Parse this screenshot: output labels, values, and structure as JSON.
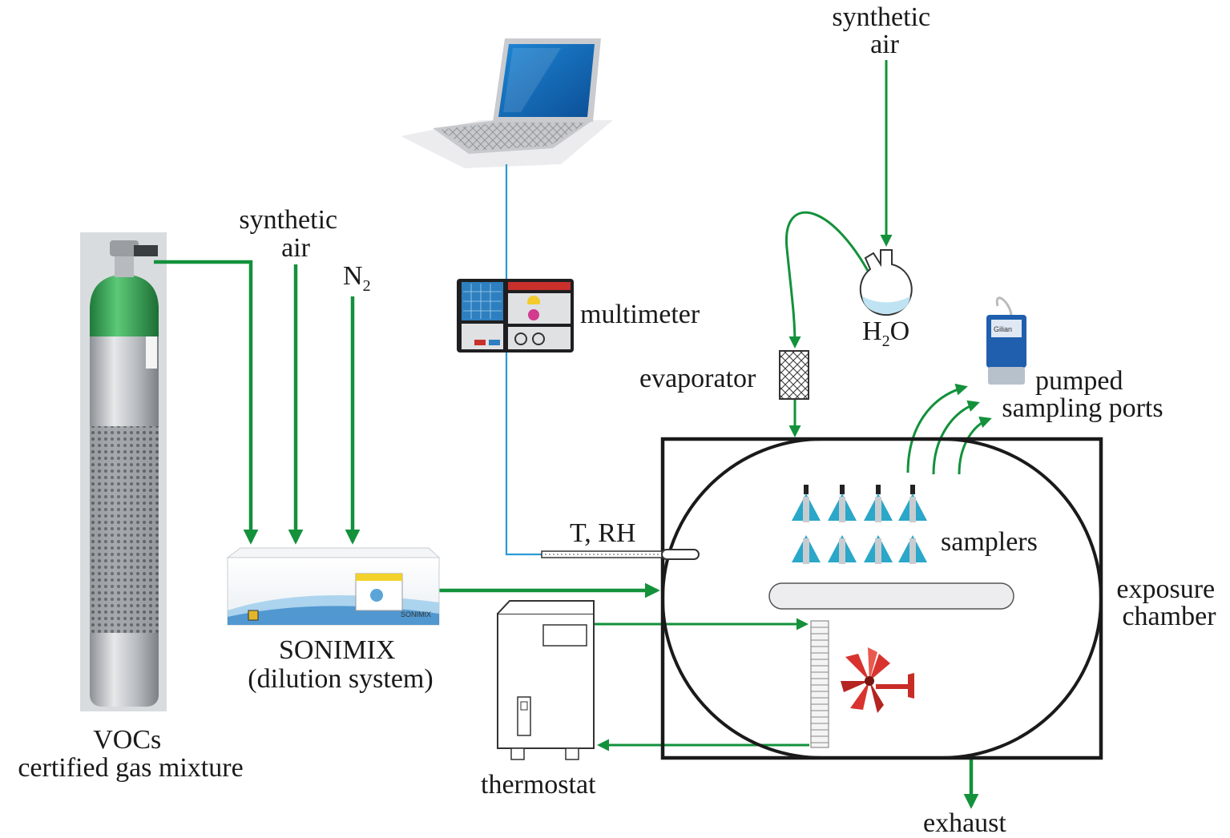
{
  "labels": {
    "synthetic_air_top": [
      "synthetic",
      "air"
    ],
    "synthetic_air_left": [
      "synthetic",
      "air"
    ],
    "n2": {
      "main": "N",
      "sub": "2"
    },
    "multimeter": "multimeter",
    "water": {
      "pre": "H",
      "sub": "2",
      "post": "O"
    },
    "evaporator": "evaporator",
    "pumped_sampling_ports": [
      "pumped",
      "sampling ports"
    ],
    "t_rh": "T, RH",
    "samplers": "samplers",
    "exposure_chamber": [
      "exposure",
      "chamber"
    ],
    "sonimix": [
      "SONIMIX",
      "(dilution system)"
    ],
    "vocs": [
      "VOCs",
      "certified gas mixture"
    ],
    "thermostat": "thermostat",
    "exhaust": "exhaust"
  },
  "device_text": {
    "sonimix_brand": "SONIMIX",
    "pump_brand": "Gilian"
  },
  "colors": {
    "flow_arrow": "#13913b",
    "signal_line": "#2b9ad6",
    "chamber_outline": "#1a1a1a",
    "cylinder_cap": "#2fa84f",
    "cylinder_body": "#b8bcc0",
    "sampler_cyan": "#2aa7c9",
    "water": "#bfe3f3",
    "fan_red": "#d8332e"
  }
}
